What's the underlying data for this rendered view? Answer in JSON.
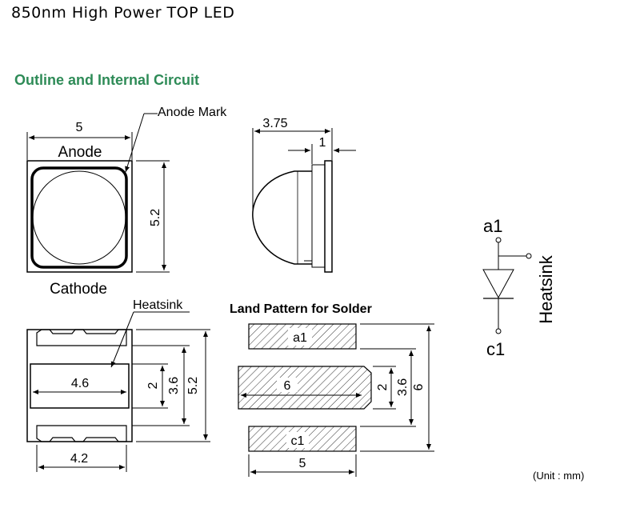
{
  "page": {
    "title": "850nm High Power TOP LED",
    "section_title": "Outline and Internal Circuit",
    "unit_note": "(Unit : mm)"
  },
  "top_view": {
    "width_dim": "5",
    "height_dim": "5.2",
    "anode_label": "Anode",
    "cathode_label": "Cathode",
    "anode_mark_label": "Anode Mark"
  },
  "side_view": {
    "height_dim": "3.75",
    "rim_dim": "1"
  },
  "bottom_view": {
    "heatsink_label": "Heatsink",
    "heatsink_width": "4.6",
    "pad_span_width": "4.2",
    "heatsink_height": "2",
    "inner_height": "3.6",
    "outer_height": "5.2"
  },
  "land_pattern": {
    "title": "Land Pattern for Solder",
    "pad_a1": "a1",
    "pad_center": "6",
    "pad_c1": "c1",
    "width_dim": "5",
    "center_height": "2",
    "inner_height": "3.6",
    "outer_height": "6"
  },
  "circuit": {
    "anode_label": "a1",
    "cathode_label": "c1",
    "heatsink_label": "Heatsink"
  }
}
